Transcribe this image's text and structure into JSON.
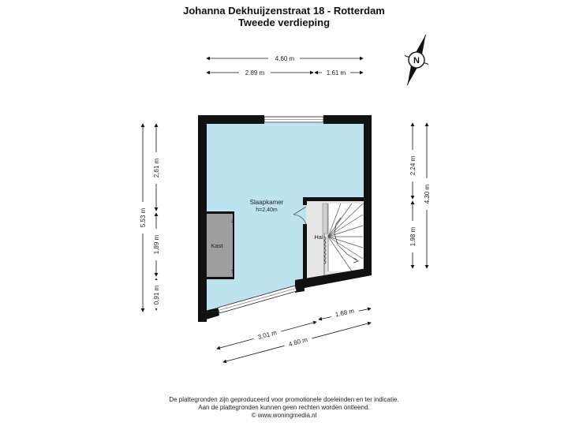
{
  "header": {
    "address": "Johanna Dekhuijzenstraat 18 - Rotterdam",
    "floor": "Tweede verdieping"
  },
  "compass": {
    "label": "N"
  },
  "rooms": {
    "slaapkamer": {
      "name": "Slaapkamer",
      "height": "h=2,40m"
    },
    "kast": {
      "name": "Kast"
    },
    "hal": {
      "name": "Hal"
    }
  },
  "dimensions": {
    "top_total": "4.60 m",
    "top_left": "2.89 m",
    "top_right": "1.61 m",
    "left_total": "5.53 m",
    "left_upper": "2.61 m",
    "left_middle": "1.89 m",
    "left_lower": "0.91 m",
    "right_upper": "2.24 m",
    "right_total": "4.30 m",
    "right_lower": "1.98 m",
    "bottom_right": "1.68 m",
    "bottom_left": "3.01 m",
    "bottom_total": "4.80 m"
  },
  "footer": {
    "line1": "De plattegronden zijn geproduceerd voor promotionele doeleinden en ter indicatie.",
    "line2": "Aan de plattegronden kunnen geen rechten worden ontleend.",
    "line3": "© www.woningmedia.nl"
  },
  "colors": {
    "room_fill": "#bde4ee",
    "wall": "#111111",
    "kast_fill": "#9e9e9e",
    "hal_fill": "#e6e6e6"
  }
}
